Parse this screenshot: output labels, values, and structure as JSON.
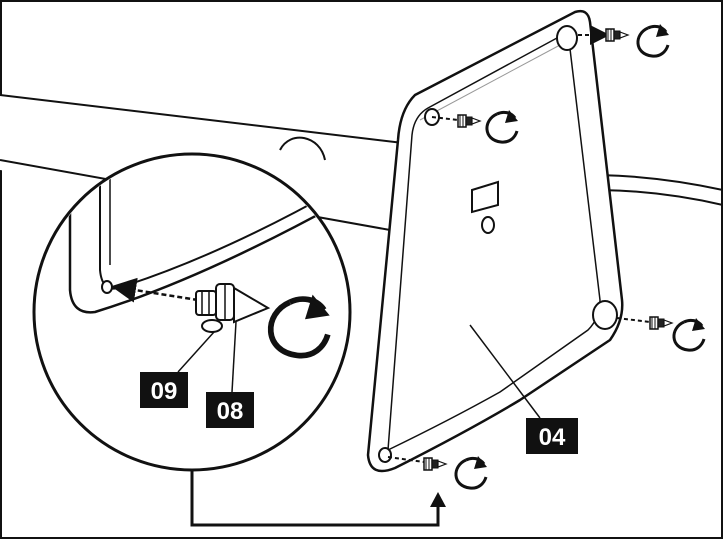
{
  "diagram": {
    "part_labels": {
      "part_09": "09",
      "part_08": "08",
      "part_04": "04"
    },
    "colors": {
      "line": "#111111",
      "fill": "#ffffff",
      "panel_shade": "#eeeeee",
      "label_bg": "#111111",
      "label_text": "#ffffff"
    }
  }
}
